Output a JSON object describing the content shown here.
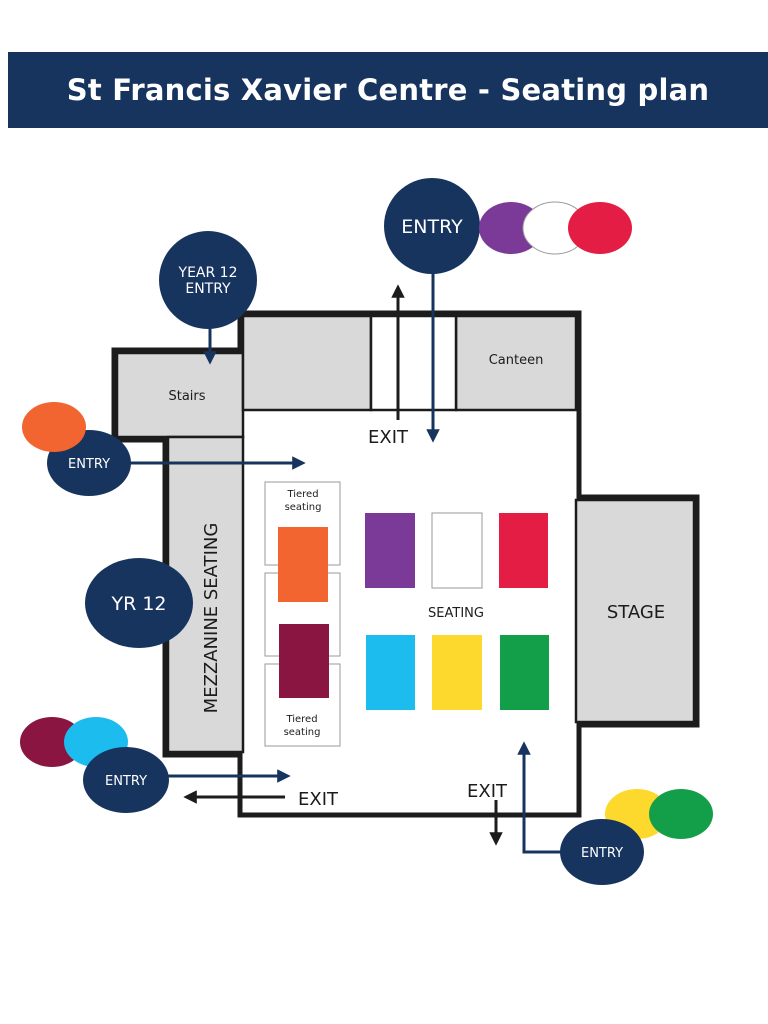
{
  "title": "St Francis Xavier Centre - Seating plan",
  "labels": {
    "entry": "ENTRY",
    "exit": "EXIT",
    "year12_entry_line1": "YEAR 12",
    "year12_entry_line2": "ENTRY",
    "yr12": "YR 12",
    "stairs": "Stairs",
    "canteen": "Canteen",
    "stage": "STAGE",
    "mezzanine": "MEZZANINE SEATING",
    "seating": "SEATING",
    "tiered_line1": "Tiered",
    "tiered_line2": "seating"
  },
  "colors": {
    "navy": "#17345f",
    "purple": "#7b3a98",
    "white": "#ffffff",
    "red": "#e31d44",
    "orange": "#f26430",
    "maroon": "#8a1540",
    "sky": "#1dbcef",
    "yellow": "#fcd92c",
    "green": "#139e4a",
    "room_gray": "#d9d9d9",
    "wall": "#1c1c1c"
  }
}
